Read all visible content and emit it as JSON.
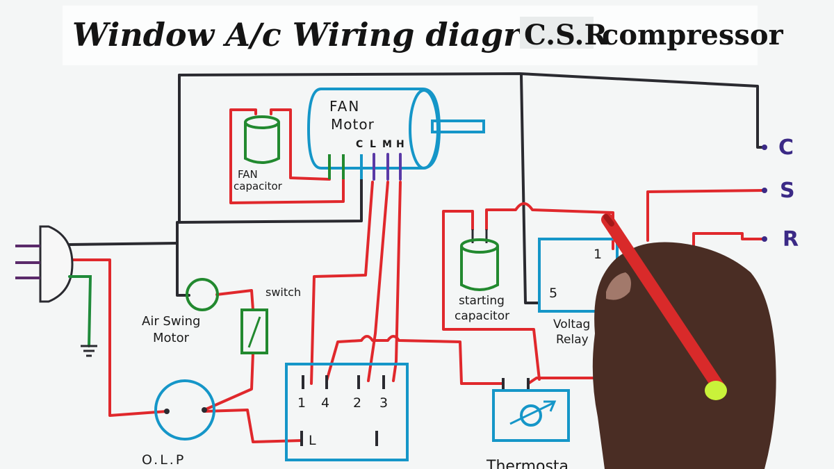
{
  "title": {
    "part1": "Window A/c Wiring diagram",
    "part2": "C.S.R",
    "part3": "compressor"
  },
  "fan_motor": {
    "line1": "FAN",
    "line2": "Motor",
    "terminals": [
      "C",
      "L",
      "M",
      "H"
    ]
  },
  "fan_capacitor": {
    "line1": "FAN",
    "line2": "capacitor"
  },
  "starting_capacitor": {
    "line1": "starting",
    "line2": "capacitor"
  },
  "voltage_relay": {
    "line1": "Voltag",
    "line2": "Relay",
    "pin1": "1",
    "pin5": "5"
  },
  "air_swing_motor": {
    "line1": "Air Swing",
    "line2": "Motor"
  },
  "switch_label": "switch",
  "olp_label": "O.L.P",
  "selector_switch": {
    "top_pins": [
      "1",
      "4",
      "2",
      "3"
    ],
    "bottom_pin": "L"
  },
  "thermostat_label": "Thermosta",
  "compressor_terminals": [
    "C",
    "S",
    "R"
  ],
  "colors": {
    "black_wire": "#2a2a30",
    "red_wire": "#e0282c",
    "blue_outline": "#1596c8",
    "green_part": "#22892f",
    "terminal_purple": "#3b2a86"
  }
}
